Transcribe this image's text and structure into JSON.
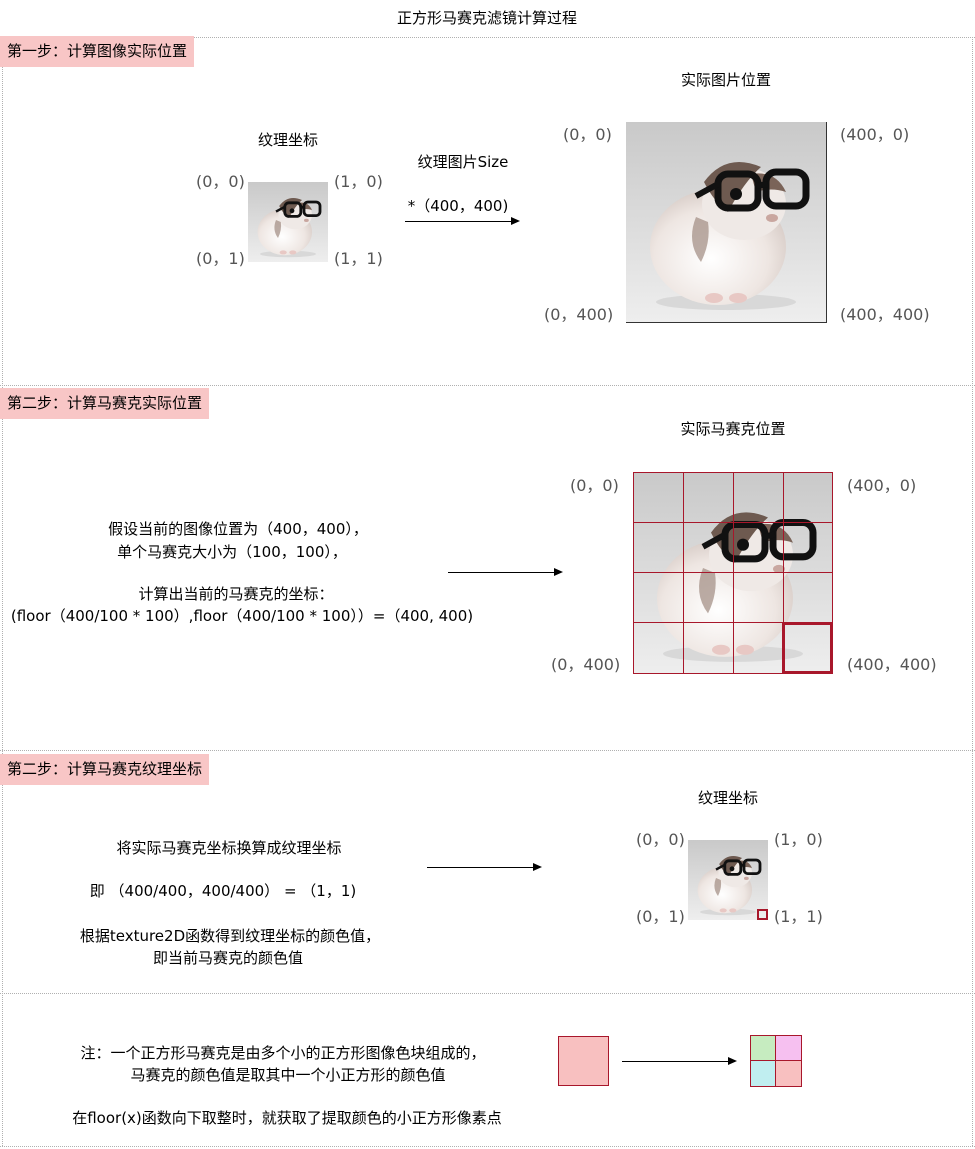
{
  "title": "正方形马赛克滤镜计算过程",
  "step1": {
    "label": "第一步：计算图像实际位置",
    "texture_title": "纹理坐标",
    "tex_tl": "(0，0)",
    "tex_tr": "(1，0)",
    "tex_bl": "(0，1)",
    "tex_br": "(1，1)",
    "size_label": "纹理图片Size",
    "multiply": "*（400，400)",
    "actual_title": "实际图片位置",
    "act_tl": "(0，0)",
    "act_tr": "(400，0)",
    "act_bl": "(0，400)",
    "act_br": "(400，400)"
  },
  "step2": {
    "label": "第二步：计算马赛克实际位置",
    "line1": "假设当前的图像位置为（400，400），",
    "line2": "单个马赛克大小为（100，100），",
    "line3": "计算出当前的马赛克的坐标：",
    "line4": "(floor（400/100 * 100）,floor（400/100 * 100））=（400, 400)",
    "mosaic_title": "实际马赛克位置",
    "m_tl": "(0，0)",
    "m_tr": "(400，0)",
    "m_bl": "(0，400)",
    "m_br": "(400，400)"
  },
  "step3": {
    "label": "第二步：计算马赛克纹理坐标",
    "line1": "将实际马赛克坐标换算成纹理坐标",
    "line2": "即 （400/400，400/400） = （1，1)",
    "line3": "根据texture2D函数得到纹理坐标的颜色值，",
    "line4": "即当前马赛克的颜色值",
    "tex_title": "纹理坐标",
    "tl": "(0，0)",
    "tr": "(1，0)",
    "bl": "(0，1)",
    "br": "(1，1)"
  },
  "note": {
    "line1": "注：一个正方形马赛克是由多个小的正方形图像色块组成的，",
    "line2": "马赛克的颜色值是取其中一个小正方形的颜色值",
    "line3": "在floor(x)函数向下取整时，就获取了提取颜色的小正方形像素点",
    "big_color": "#f8c0c0",
    "small_colors": [
      "#c6ecc0",
      "#f6c0f0",
      "#c0eef0",
      "#f8c0c0"
    ],
    "accent": "#a8172b"
  }
}
